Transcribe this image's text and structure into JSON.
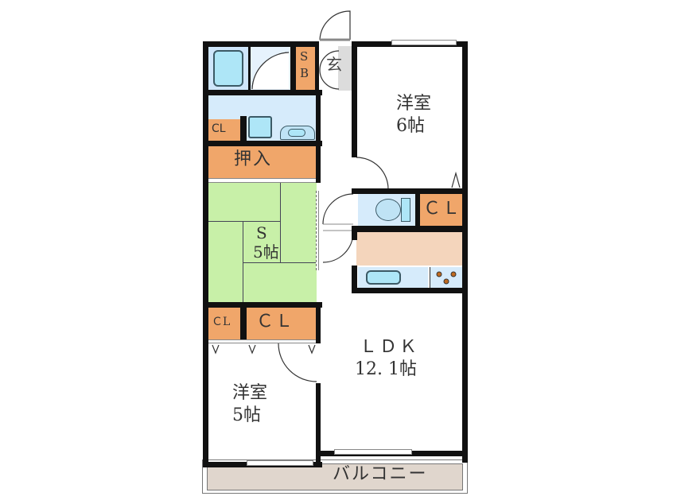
{
  "floorplan": {
    "rooms": {
      "western_room_6": {
        "name": "洋室",
        "size": "6帖"
      },
      "storage_s": {
        "name": "S",
        "size": "5帖"
      },
      "western_room_5": {
        "name": "洋室",
        "size": "5帖"
      },
      "ldk": {
        "name": "ＬＤＫ",
        "size": "12. 1帖"
      }
    },
    "closets": {
      "sb_top": "S",
      "sb_bottom": "B",
      "cl_washroom": "CL",
      "oshiire": "押入",
      "cl_toilet": "ＣＬ",
      "cl_small": "ＣL",
      "cl_large": "ＣＬ"
    },
    "entrance": "玄",
    "balcony": "バルコニー",
    "colors": {
      "wall": "#111111",
      "closet": "#f0a66a",
      "wet_area": "#d6ebfb",
      "fixture": "#aee6f7",
      "tatami": "#c8f0a8",
      "kitchen_counter": "#f4d5bc",
      "balcony": "#e0d6cd",
      "entrance_floor": "#dcdcdc"
    }
  }
}
